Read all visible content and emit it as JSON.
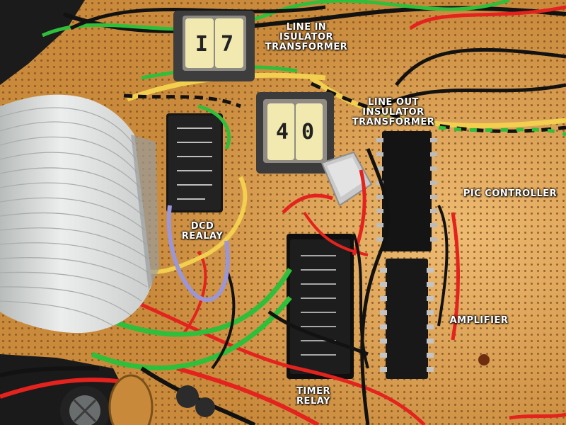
{
  "labels": {
    "line_in": [
      "LINE IN",
      "ISULATOR",
      "TRANSFORMER"
    ],
    "line_out": [
      "LINE OUT",
      "INSULATOR",
      "TRANSFORMER"
    ],
    "pic_controller": [
      "PIC CONTROLLER"
    ],
    "dcd_relay": [
      "DCD",
      "REALAY"
    ],
    "amplifier": [
      "AMPLIFIER"
    ],
    "timer_relay": [
      "TIMER",
      "RELAY"
    ]
  },
  "transformer_marks": {
    "line_in": "I 7",
    "line_out": "4 0"
  },
  "colors": {
    "board": "#c98a3c",
    "board_light": "#e8b569",
    "hole": "#7a4a1c",
    "label": "#ffffff",
    "wire_green": "#2fbf3a",
    "wire_red": "#e4221e",
    "wire_black": "#121212",
    "wire_yellow": "#f2cf4f",
    "wire_lavender": "#9b96d8",
    "ribbon_cable": "#e3e6e4"
  }
}
